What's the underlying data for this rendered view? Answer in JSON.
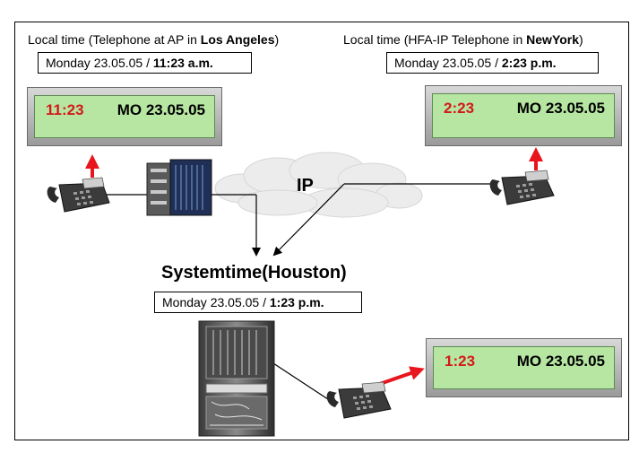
{
  "los_angeles": {
    "caption_pre": "Local time (Telephone  at AP in ",
    "caption_city": "Los Angeles",
    "caption_post": ")",
    "box_day": "Monday 23.05.05 / ",
    "box_time": "11:23 a.m.",
    "display_time": "11:23",
    "display_date": "MO 23.05.05"
  },
  "new_york": {
    "caption_pre": "Local time (HFA-IP Telephone in ",
    "caption_city": "NewYork",
    "caption_post": ")",
    "box_day": "Monday  23.05.05  / ",
    "box_time": "2:23  p.m.",
    "display_time": "2:23",
    "display_date": "MO 23.05.05"
  },
  "houston": {
    "title": "Systemtime(Houston)",
    "box_day": "Monday  23.05.05  / ",
    "box_time": "1:23  p.m.",
    "display_time": "1:23",
    "display_date": "MO 23.05.05"
  },
  "network": {
    "label": "IP"
  },
  "colors": {
    "lcd_background": "#b6e6a2",
    "time_digits": "#d41a1a",
    "arrow_red": "#e8141e",
    "bezel_gray": "#b8b8b8"
  }
}
